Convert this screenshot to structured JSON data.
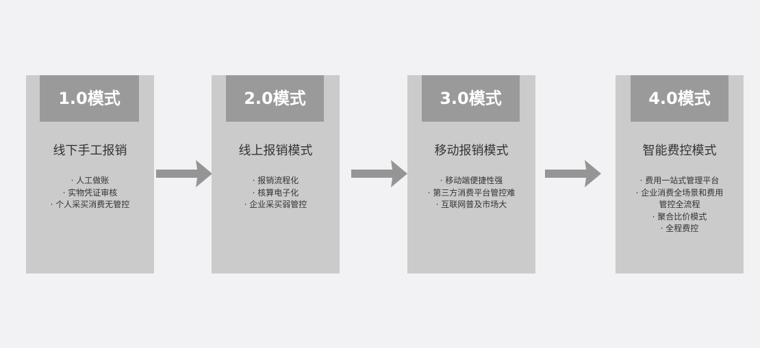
{
  "colors": {
    "background": "#f2f2f4",
    "card": "#cbcbcb",
    "header": "#9a9a9a",
    "arrow": "#959595"
  },
  "stages": [
    {
      "header": "1.0模式",
      "title": "线下手工报销",
      "bullets": [
        "· 人工做账",
        "· 实物凭证审核",
        "· 个人采买消费无管控"
      ]
    },
    {
      "header": "2.0模式",
      "title": "线上报销模式",
      "bullets": [
        "· 报销流程化",
        "· 核算电子化",
        "· 企业采买弱管控"
      ]
    },
    {
      "header": "3.0模式",
      "title": "移动报销模式",
      "bullets": [
        "· 移动端便捷性强",
        "· 第三方消费平台管控难",
        "· 互联网普及市场大"
      ]
    },
    {
      "header": "4.0模式",
      "title": "智能费控模式",
      "bullets": [
        "· 费用一站式管理平台",
        "· 企业消费全场景和费用",
        "管控全流程",
        "· 聚合比价模式",
        "· 全程费控"
      ]
    }
  ],
  "arrows": [
    "arrow-right-icon",
    "arrow-right-icon",
    "arrow-right-icon"
  ]
}
